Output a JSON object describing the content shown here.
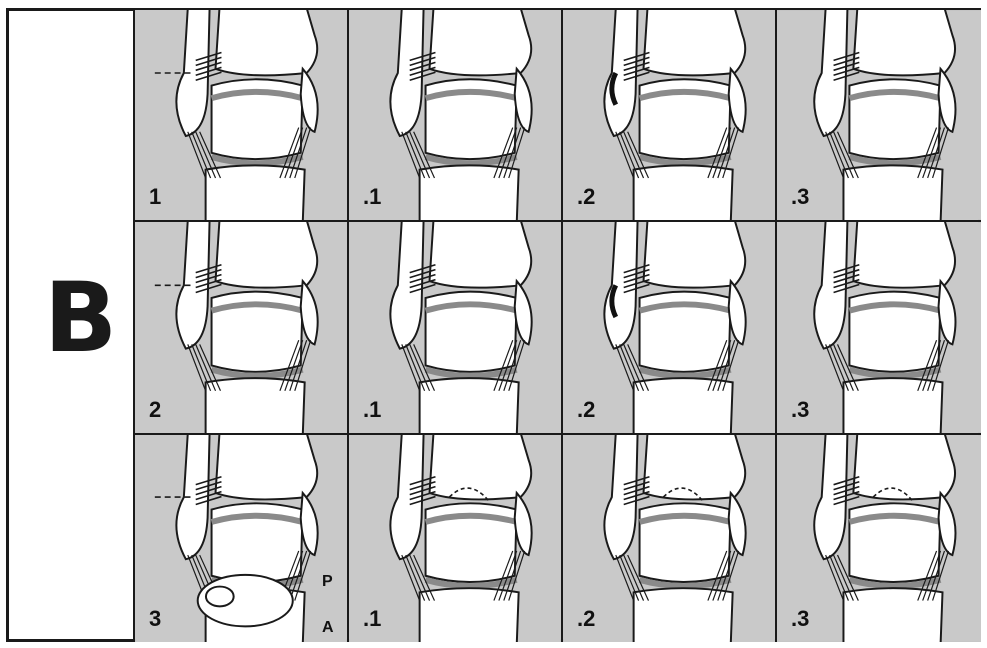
{
  "group_letter": "B",
  "rows": [
    {
      "label": "1",
      "subtypes": [
        ".1",
        ".2",
        ".3"
      ]
    },
    {
      "label": "2",
      "subtypes": [
        ".1",
        ".2",
        ".3"
      ]
    },
    {
      "label": "3",
      "subtypes": [
        ".1",
        ".2",
        ".3"
      ]
    }
  ],
  "markers": {
    "p": "P",
    "a": "A"
  },
  "colors": {
    "cell_background": "#c9c9c9",
    "bone_fill": "#ffffff",
    "ink": "#1a1a1a",
    "lesion": "#111111"
  }
}
